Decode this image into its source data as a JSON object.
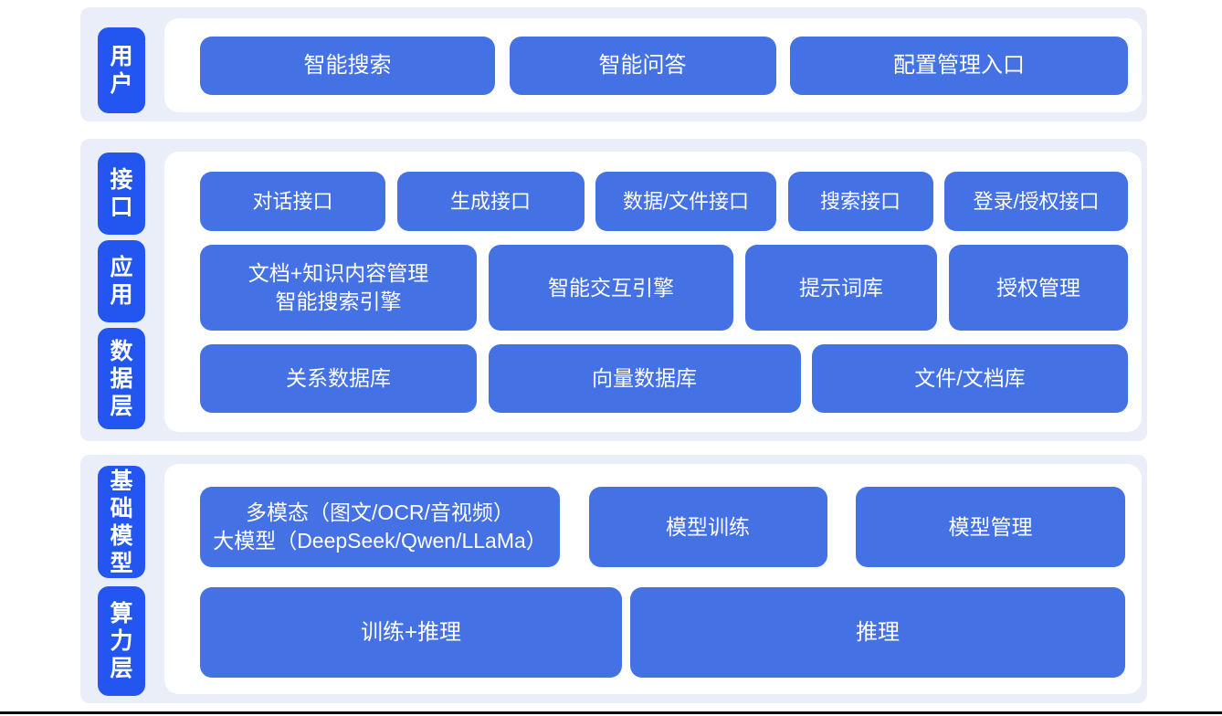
{
  "colors": {
    "band_bg": "#e9eef8",
    "label_blue": "#2355f0",
    "button_blue": "#4471e4",
    "container_bg": "#ffffff",
    "text_white": "#ffffff",
    "bottom_line": "#0b0b0b"
  },
  "bands": [
    {
      "labels": [
        "用户"
      ],
      "rows": [
        {
          "buttons": [
            "智能搜索",
            "智能问答",
            "配置管理入口"
          ]
        }
      ]
    },
    {
      "labels": [
        "接口",
        "应用",
        "数据层"
      ],
      "rows": [
        {
          "buttons": [
            "对话接口",
            "生成接口",
            "数据/文件接口",
            "搜索接口",
            "登录/授权接口"
          ]
        },
        {
          "buttons": [
            "文档+知识内容管理\n智能搜索引擎",
            "智能交互引擎",
            "提示词库",
            "授权管理"
          ]
        },
        {
          "buttons": [
            "关系数据库",
            "向量数据库",
            "文件/文档库"
          ]
        }
      ]
    },
    {
      "labels": [
        "基础模型",
        "算力层"
      ],
      "rows": [
        {
          "buttons": [
            "多模态（图文/OCR/音视频）\n大模型（DeepSeek/Qwen/LLaMa）",
            "模型训练",
            "模型管理"
          ]
        },
        {
          "buttons": [
            "训练+推理",
            "推理"
          ]
        }
      ]
    }
  ]
}
